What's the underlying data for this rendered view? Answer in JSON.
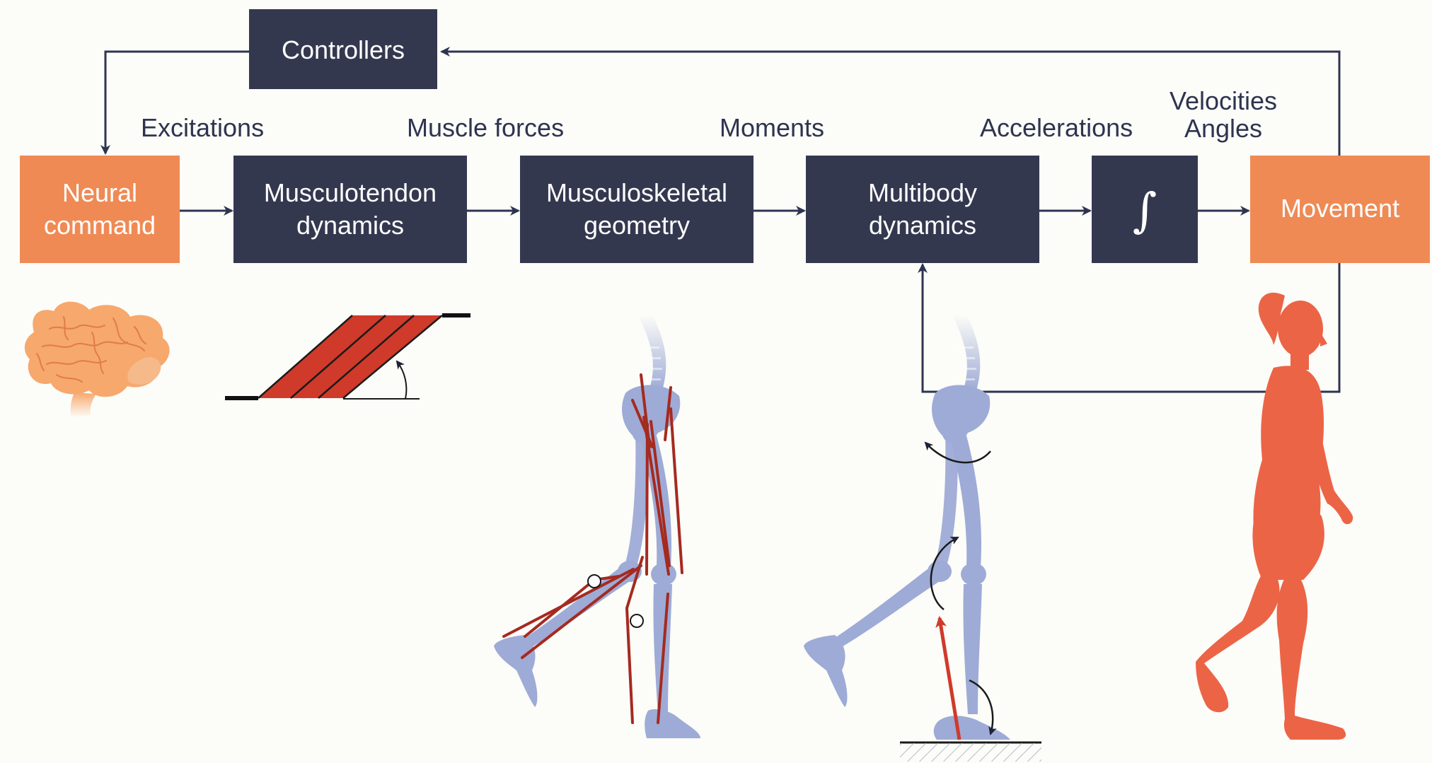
{
  "colors": {
    "dark_box": "#34384f",
    "orange_box": "#ef8a55",
    "arrow": "#2e3450",
    "bone": "#9eabd6",
    "muscle": "#d03a2a",
    "muscle_line": "#a52a20",
    "brain": "#f7a86c",
    "figure": "#ec6446",
    "background": "#fcfcf8"
  },
  "boxes": {
    "controllers": {
      "label": "Controllers"
    },
    "neural_command": {
      "line1": "Neural",
      "line2": "command"
    },
    "musculotendon": {
      "line1": "Musculotendon",
      "line2": "dynamics"
    },
    "musculoskeletal": {
      "line1": "Musculoskeletal",
      "line2": "geometry"
    },
    "multibody": {
      "line1": "Multibody",
      "line2": "dynamics"
    },
    "integrator": {
      "symbol": "∫"
    },
    "movement": {
      "label": "Movement"
    }
  },
  "flow_labels": {
    "excitations": "Excitations",
    "muscle_forces": "Muscle forces",
    "moments": "Moments",
    "accelerations": "Accelerations",
    "velocities": "Velocities",
    "angles": "Angles"
  },
  "illustrations": {
    "brain": "brain-icon",
    "muscle_fibers": "pennate-muscle-icon",
    "skeleton_muscles": "skeleton-with-muscles-icon",
    "skeleton_moments": "skeleton-with-joint-moments-icon",
    "walking_figure": "walking-woman-silhouette-icon"
  }
}
